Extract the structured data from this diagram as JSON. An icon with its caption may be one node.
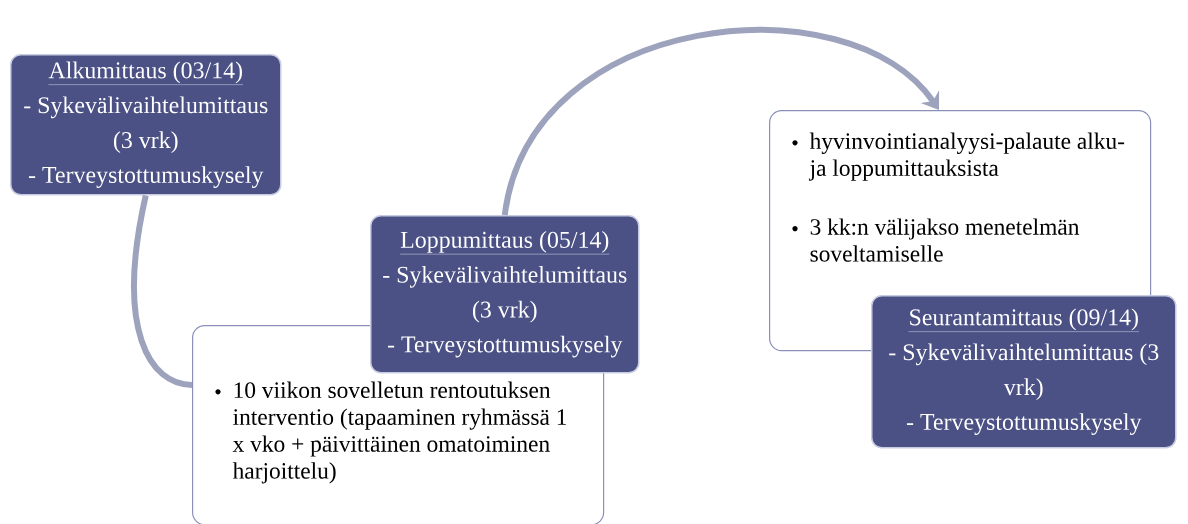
{
  "diagram": {
    "nodes": [
      {
        "text": [
          "Alkumittaus (03/14)",
          "- Sykevälivaihtelumittaus (3 vrk)",
          "- Terveystottumuskysely"
        ]
      },
      {
        "text": [
          "10 viikon sovelletun rentoutuksen interventio (tapaaminen ryhmässä 1 x vko + päivittäinen omatoiminen harjoittelu)"
        ]
      },
      {
        "text": [
          "Loppumittaus (05/14)",
          "- Sykevälivaihtelumittaus (3 vrk)",
          "- Terveystottumuskysely"
        ]
      },
      {
        "text": [
          "hyvinvointianalyysi-palaute alku- ja loppumittauksista",
          "3 kk:n välijakso menetelmän soveltamiselle"
        ]
      },
      {
        "text": [
          "Seurantamittaus (09/14)",
          "- Sykevälivaihtelumittaus (3 vrk)",
          "- Terveystottumuskysely"
        ]
      }
    ],
    "edges": [
      {
        "from": 0,
        "to": 1,
        "arrow": "none"
      },
      {
        "from": 2,
        "to": 3,
        "arrow": "to"
      }
    ]
  }
}
